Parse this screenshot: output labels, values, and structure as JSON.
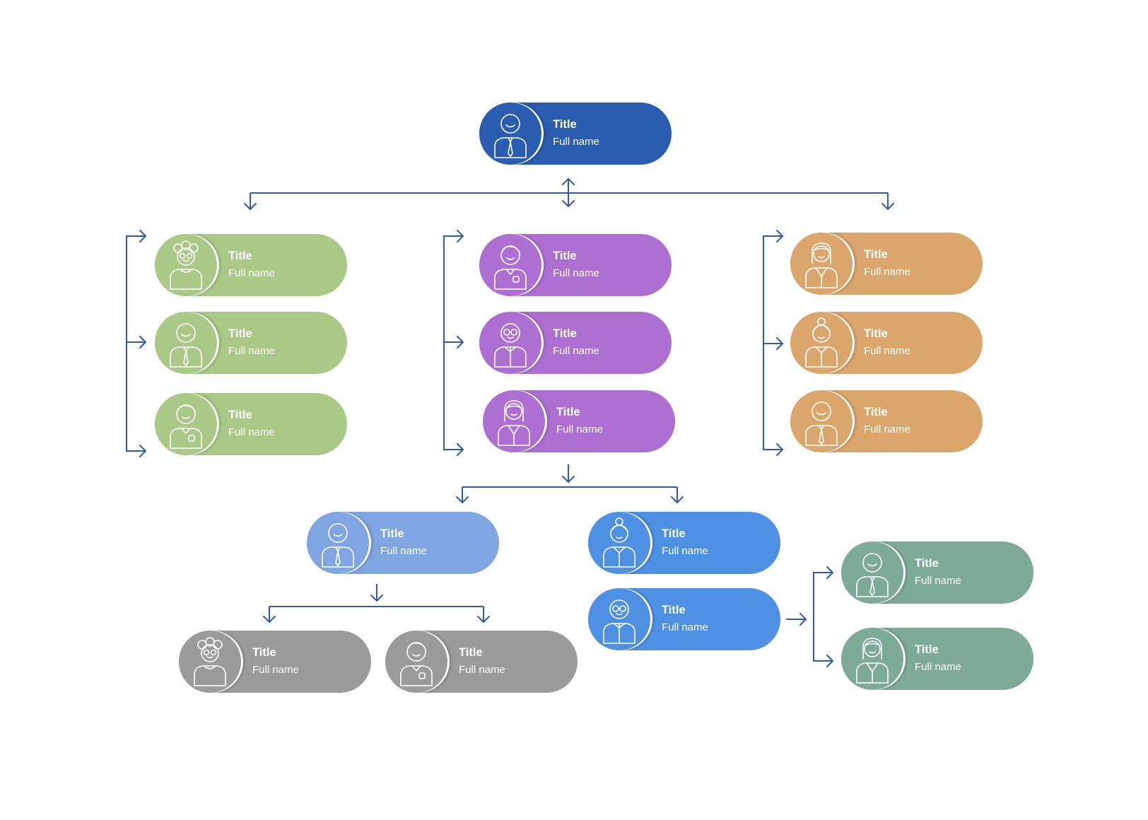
{
  "colors": {
    "connector": "#2f5aa8",
    "blue_dark": "#2a5db0",
    "green": "#aac986",
    "purple": "#ad70d2",
    "orange": "#dba66c",
    "blue_light": "#7fa6e3",
    "blue_mid": "#4d90e4",
    "gray": "#9b9b9b",
    "teal": "#7eab98"
  },
  "nodes": [
    {
      "id": "ceo",
      "color": "blue_dark",
      "icon": "man-tie-icon",
      "title": "Title",
      "name": "Full name"
    },
    {
      "id": "g1",
      "color": "green",
      "icon": "woman-curly-hair-icon",
      "title": "Title",
      "name": "Full name"
    },
    {
      "id": "g2",
      "color": "green",
      "icon": "man-tie-icon",
      "title": "Title",
      "name": "Full name"
    },
    {
      "id": "g3",
      "color": "green",
      "icon": "man-shirt-icon",
      "title": "Title",
      "name": "Full name"
    },
    {
      "id": "p1",
      "color": "purple",
      "icon": "man-shirt-icon",
      "title": "Title",
      "name": "Full name"
    },
    {
      "id": "p2",
      "color": "purple",
      "icon": "man-glasses-icon",
      "title": "Title",
      "name": "Full name"
    },
    {
      "id": "p3",
      "color": "purple",
      "icon": "woman-long-hair-icon",
      "title": "Title",
      "name": "Full name"
    },
    {
      "id": "o1",
      "color": "orange",
      "icon": "woman-long-hair-icon",
      "title": "Title",
      "name": "Full name"
    },
    {
      "id": "o2",
      "color": "orange",
      "icon": "woman-bun-icon",
      "title": "Title",
      "name": "Full name"
    },
    {
      "id": "o3",
      "color": "orange",
      "icon": "man-tie-icon",
      "title": "Title",
      "name": "Full name"
    },
    {
      "id": "lb",
      "color": "blue_light",
      "icon": "man-tie-icon",
      "title": "Title",
      "name": "Full name"
    },
    {
      "id": "mb1",
      "color": "blue_mid",
      "icon": "woman-bun-icon",
      "title": "Title",
      "name": "Full name"
    },
    {
      "id": "mb2",
      "color": "blue_mid",
      "icon": "man-glasses-icon",
      "title": "Title",
      "name": "Full name"
    },
    {
      "id": "gr1",
      "color": "gray",
      "icon": "woman-curly-hair-icon",
      "title": "Title",
      "name": "Full name"
    },
    {
      "id": "gr2",
      "color": "gray",
      "icon": "man-shirt-icon",
      "title": "Title",
      "name": "Full name"
    },
    {
      "id": "t1",
      "color": "teal",
      "icon": "man-tie-icon",
      "title": "Title",
      "name": "Full name"
    },
    {
      "id": "t2",
      "color": "teal",
      "icon": "woman-long-hair-icon",
      "title": "Title",
      "name": "Full name"
    }
  ]
}
